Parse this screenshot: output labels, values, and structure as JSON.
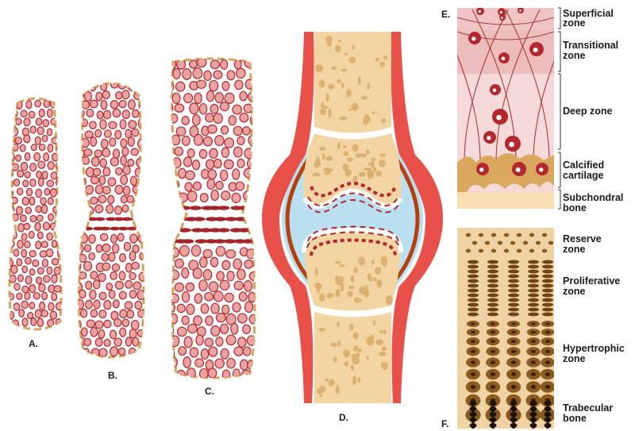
{
  "colors": {
    "cell_fill": "#e9a3a3",
    "cell_stroke": "#b3282e",
    "outline_dash": "#d9a35a",
    "bone_fill": "#f3d4a3",
    "bone_dots": "#dcb070",
    "synovial_fluid": "#b9dff0",
    "capsule": "#e8504a",
    "capsule_inner": "#b5400e",
    "cartilage_pink": "#f6dada",
    "calcified": "#d9a85e",
    "growth_bg": "#efd3a4",
    "growth_cell": "#8b5a1e"
  },
  "panels": {
    "a": {
      "label": "A."
    },
    "b": {
      "label": "B."
    },
    "c": {
      "label": "C."
    },
    "d": {
      "label": "D."
    },
    "e": {
      "label": "E."
    },
    "f": {
      "label": "F."
    }
  },
  "cartilage_zones": [
    {
      "line1": "Superficial",
      "line2": "zone"
    },
    {
      "line1": "Transitional",
      "line2": "zone"
    },
    {
      "line1": "Deep zone",
      "line2": ""
    },
    {
      "line1": "Calcified",
      "line2": "cartilage"
    },
    {
      "line1": "Subchondral",
      "line2": "bone"
    }
  ],
  "growth_zones": [
    {
      "line1": "Reserve",
      "line2": "zone"
    },
    {
      "line1": "Proliferative",
      "line2": "zone"
    },
    {
      "line1": "Hypertrophic",
      "line2": "zone"
    },
    {
      "line1": "Trabecular",
      "line2": "bone"
    }
  ]
}
